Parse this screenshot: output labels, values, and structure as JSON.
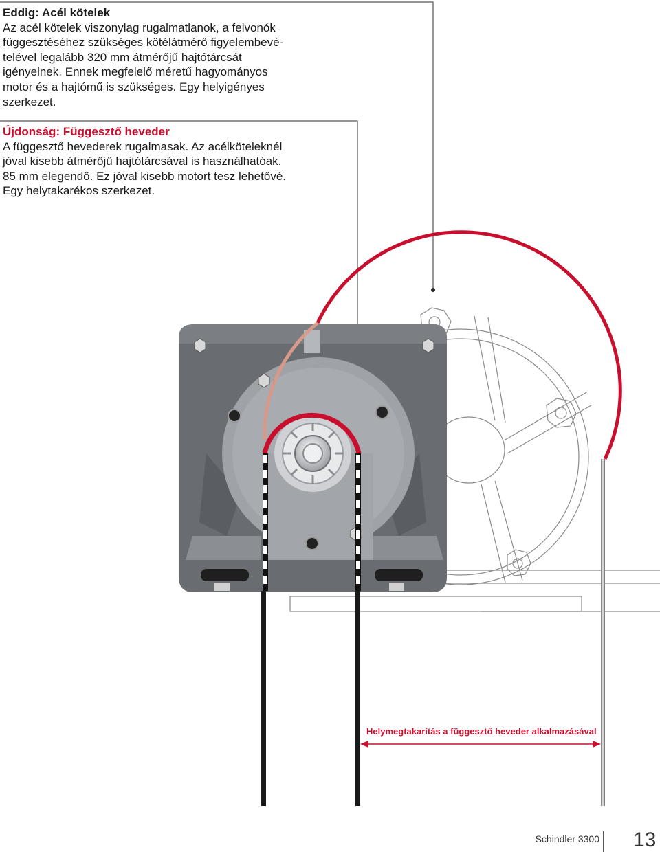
{
  "section_old": {
    "heading": "Eddig: Acél kötelek",
    "lines": [
      "Az acél kötelek viszonylag rugalmatlanok, a felvonók",
      "függesztéséhez szükséges kötélátmérő figyelembevé-",
      "telével legalább 320 mm átmérőjű hajtótárcsát",
      "igényelnek. Ennek megfelelő méretű hagyományos",
      "motor és a hajtómű is szükséges. Egy helyigényes",
      "szerkezet."
    ]
  },
  "section_new": {
    "heading": "Újdonság: Függesztő heveder",
    "lines": [
      "A függesztő hevederek rugalmasak. Az acélköteleknél",
      "jóval kisebb átmérőjű hajtótárcsával is használhatóak.",
      "85 mm elegendő. Ez jóval kisebb motort tesz lehetővé.",
      "Egy helytakarékos szerkezet."
    ]
  },
  "illustration": {
    "savings_label": "Helymegtakarítás a függesztő heveder alkalmazásával",
    "accent_color": "#c8102e",
    "motor_body_color": "#6b6e73"
  },
  "footer": {
    "brand": "Schindler 3300",
    "page_number": "13"
  }
}
